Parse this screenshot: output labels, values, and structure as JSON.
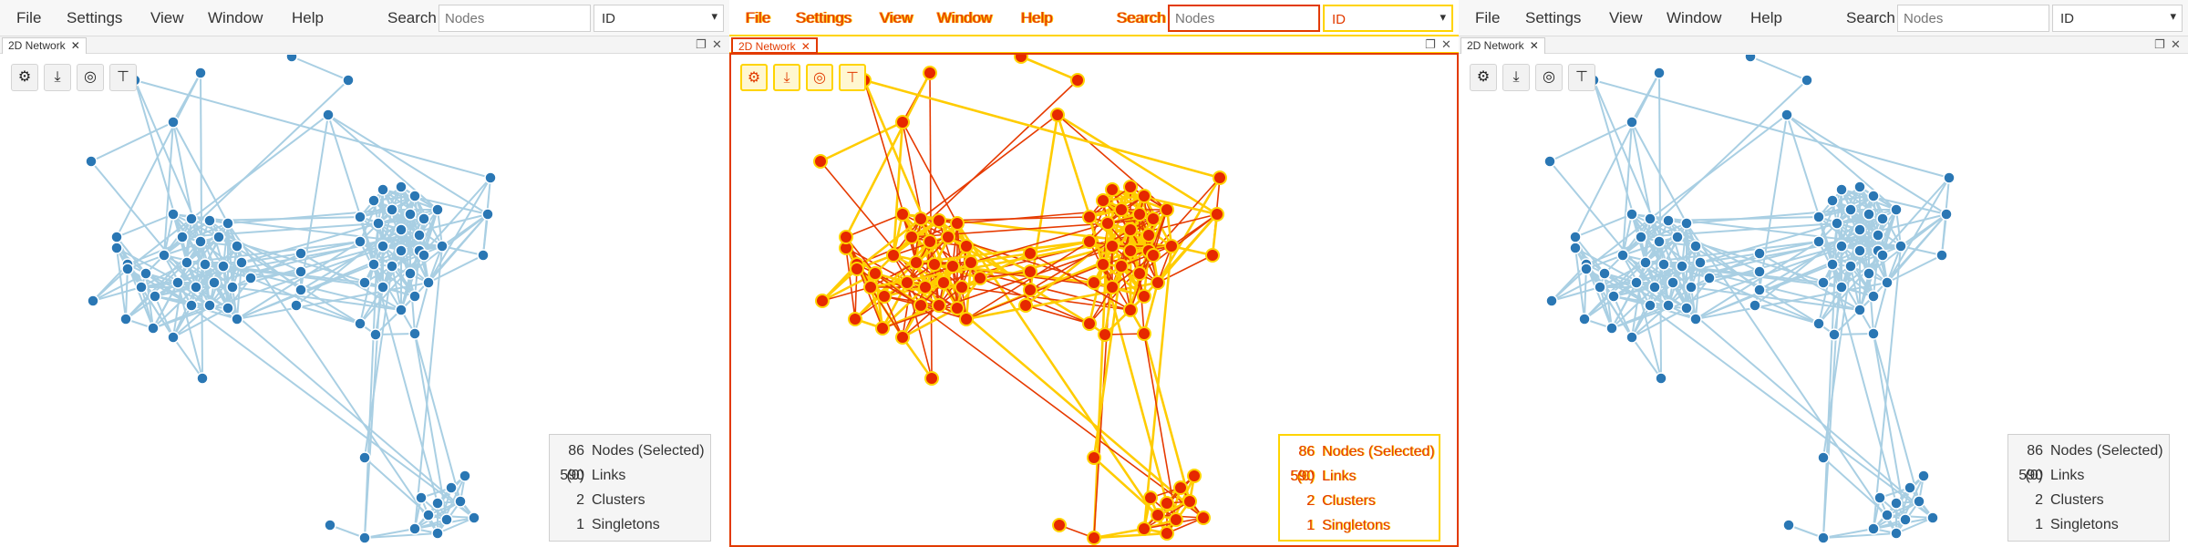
{
  "menu": [
    "File",
    "Settings",
    "View",
    "Window",
    "Help"
  ],
  "search": {
    "label": "Search",
    "placeholder": "Nodes",
    "field": "ID"
  },
  "tab": {
    "label": "2D Network",
    "close": "✕"
  },
  "window_controls": {
    "restore": "❐",
    "close": "✕"
  },
  "toolbar": [
    {
      "name": "settings-gear-icon",
      "glyph": "⚙"
    },
    {
      "name": "download-icon",
      "glyph": "⤓"
    },
    {
      "name": "target-icon",
      "glyph": "◎"
    },
    {
      "name": "pin-icon",
      "glyph": "⊤"
    }
  ],
  "stats": [
    {
      "value": "86 (0)",
      "label": "Nodes (Selected)"
    },
    {
      "value": "590",
      "label": "Links"
    },
    {
      "value": "2",
      "label": "Clusters"
    },
    {
      "value": "1",
      "label": "Singletons"
    }
  ],
  "colors": {
    "node": "#2a77b4",
    "link": "#a9cfe3",
    "thermal_node": "#e62800",
    "thermal_link": "#ffcc00"
  }
}
